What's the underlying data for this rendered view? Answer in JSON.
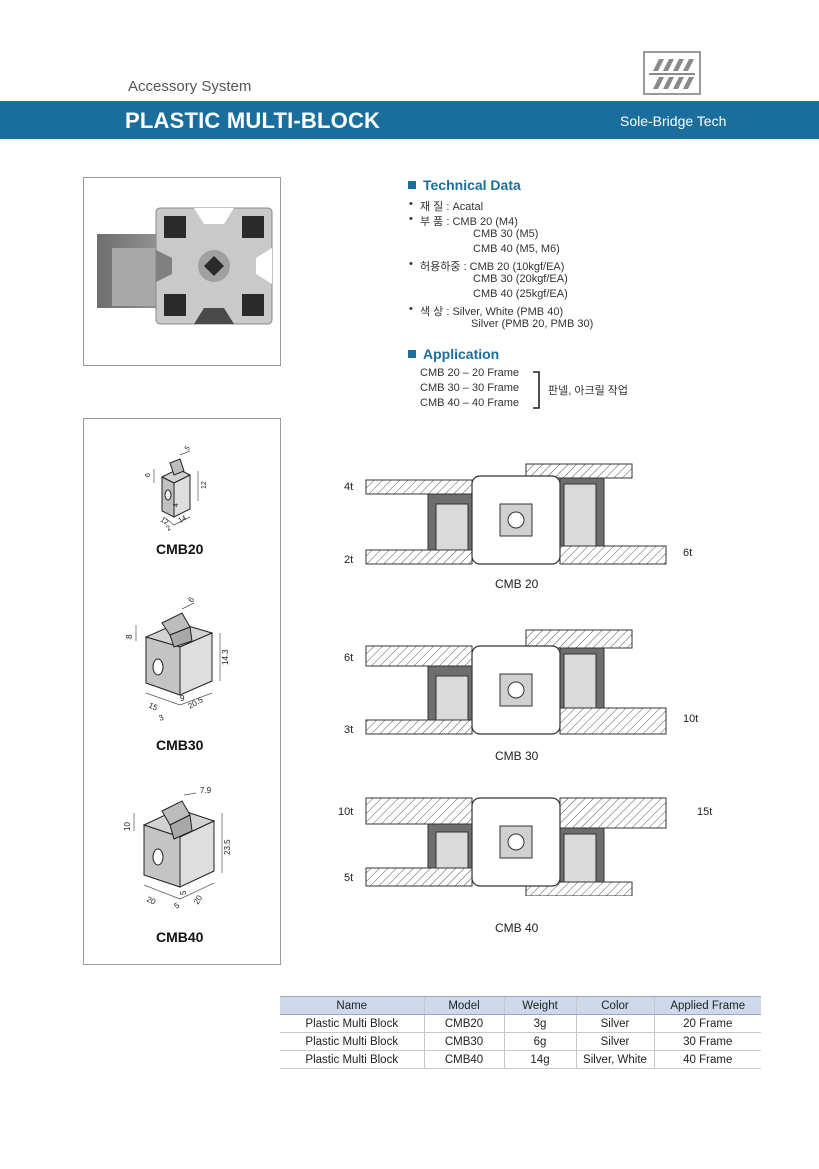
{
  "header": {
    "subtitle": "Accessory System",
    "title": "PLASTIC MULTI-BLOCK",
    "brand": "Sole-Bridge Tech",
    "accent_color": "#1a6e9b"
  },
  "technical_data": {
    "heading": "Technical Data",
    "rows": [
      {
        "bullet": "•",
        "text": "재      질 : Acatal"
      },
      {
        "bullet": "•",
        "text": "부      품 : CMB 20 (M4)"
      },
      {
        "bullet": "",
        "text": "CMB 30 (M5)"
      },
      {
        "bullet": "",
        "text": "CMB 40 (M5, M6)"
      },
      {
        "bullet": "•",
        "text": "허용하중 : CMB 20 (10kgf/EA)"
      },
      {
        "bullet": "",
        "text": "CMB 30 (20kgf/EA)"
      },
      {
        "bullet": "",
        "text": "CMB 40 (25kgf/EA)"
      },
      {
        "bullet": "•",
        "text": "색      상 : Silver, White (PMB 40)"
      },
      {
        "bullet": "",
        "text": "Silver (PMB 20, PMB 30)"
      }
    ]
  },
  "application": {
    "heading": "Application",
    "items": [
      "CMB 20 – 20 Frame",
      "CMB 30 – 30 Frame",
      "CMB 40 – 40 Frame"
    ],
    "note": "판넬, 아크릴 작업"
  },
  "drawings": {
    "cmb20": {
      "label": "CMB20",
      "dims": [
        "5",
        "6",
        "12",
        "4",
        "12",
        "14",
        "2"
      ]
    },
    "cmb30": {
      "label": "CMB30",
      "dims": [
        "6",
        "8",
        "14.3",
        "9",
        "15",
        "20.5",
        "3"
      ]
    },
    "cmb40": {
      "label": "CMB40",
      "dims": [
        "7.9",
        "10",
        "23.5",
        "5",
        "20",
        "5",
        "20"
      ]
    }
  },
  "mounting": [
    {
      "caption": "CMB 20",
      "top": "4t",
      "bottom": "2t",
      "right": "6t"
    },
    {
      "caption": "CMB 30",
      "top": "6t",
      "bottom": "3t",
      "right": "10t"
    },
    {
      "caption": "CMB 40",
      "top": "10t",
      "bottom": "5t",
      "right": "15t"
    }
  ],
  "table": {
    "headers": [
      "Name",
      "Model",
      "Weight",
      "Color",
      "Applied Frame"
    ],
    "rows": [
      [
        "Plastic Multi Block",
        "CMB20",
        "3g",
        "Silver",
        "20 Frame"
      ],
      [
        "Plastic Multi Block",
        "CMB30",
        "6g",
        "Silver",
        "30 Frame"
      ],
      [
        "Plastic Multi Block",
        "CMB40",
        "14g",
        "Silver, White",
        "40 Frame"
      ]
    ]
  }
}
